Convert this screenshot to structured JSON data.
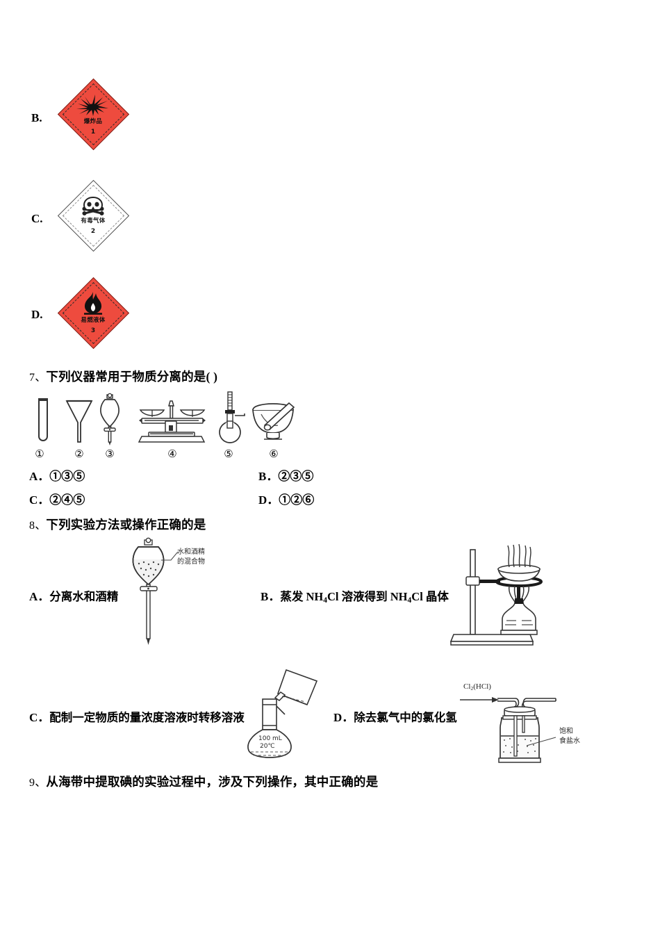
{
  "document": {
    "type": "chemistry-exam-page"
  },
  "hazard_options": [
    {
      "letter": "B.",
      "icon": "explosive-icon",
      "name": "爆炸品",
      "number": "1",
      "color": "#ee4b3e",
      "style": "red"
    },
    {
      "letter": "C.",
      "icon": "skull-crossbones-icon",
      "name": "有毒气体",
      "number": "2",
      "color": "#ffffff",
      "style": "white"
    },
    {
      "letter": "D.",
      "icon": "flame-icon",
      "name": "易燃液体",
      "number": "3",
      "color": "#ee4b3e",
      "style": "red"
    }
  ],
  "question7": {
    "number": "7、",
    "stem": "下列仪器常用于物质分离的是(          )",
    "apparatus": [
      {
        "num": "①",
        "icon": "test-tube-icon"
      },
      {
        "num": "②",
        "icon": "funnel-icon"
      },
      {
        "num": "③",
        "icon": "separating-funnel-icon"
      },
      {
        "num": "④",
        "icon": "balance-scale-icon"
      },
      {
        "num": "⑤",
        "icon": "distillation-flask-icon"
      },
      {
        "num": "⑥",
        "icon": "mortar-pestle-icon"
      }
    ],
    "options": [
      {
        "letter": "A．",
        "text": "①③⑤"
      },
      {
        "letter": "B．",
        "text": "②③⑤"
      },
      {
        "letter": "C．",
        "text": "②④⑤"
      },
      {
        "letter": "D．",
        "text": "①②⑥"
      }
    ]
  },
  "question8": {
    "number": "8、",
    "stem": "下列实验方法或操作正确的是",
    "options": [
      {
        "letter": "A．",
        "text": "分离水和酒精",
        "figure": "separating-funnel-figure",
        "figure_label_line1": "水和酒精",
        "figure_label_line2": "的混合物"
      },
      {
        "letter": "B．",
        "text_parts": [
          "蒸发 NH",
          "4",
          "Cl 溶液得到 NH",
          "4",
          "Cl 晶体"
        ],
        "text": "蒸发 NH4Cl 溶液得到 NH4Cl 晶体",
        "figure": "evaporating-dish-stand-figure"
      },
      {
        "letter": "C．",
        "text": "配制一定物质的量浓度溶液时转移溶液",
        "figure": "volumetric-flask-figure",
        "flask_volume": "100 mL",
        "flask_temp": "20℃"
      },
      {
        "letter": "D．",
        "text": "除去氯气中的氯化氢",
        "figure": "gas-washing-bottle-figure",
        "inlet_label": "Cl2(HCl)",
        "inlet_label_parts": [
          "Cl",
          "2",
          "(HCl)"
        ],
        "liquid_label_line1": "饱和",
        "liquid_label_line2": "食盐水"
      }
    ]
  },
  "question9": {
    "number": "9、",
    "stem": "从海带中提取碘的实验过程中，涉及下列操作，其中正确的是"
  }
}
